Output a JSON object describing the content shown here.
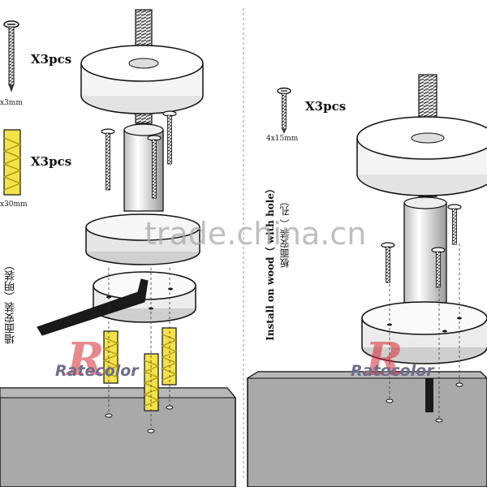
{
  "left_panel": {
    "screw_qty": "X3pcs",
    "screw_size": "x3mm",
    "anchor_qty": "X3pcs",
    "anchor_size": "x30mm",
    "vertical_caption": "墙面安装（明装）"
  },
  "right_panel": {
    "screw_qty": "X3pcs",
    "screw_size": "4x15mm",
    "vertical_caption_en": "Install on wood（ with hole）",
    "vertical_caption_cn": "板面安装（ 孔）"
  },
  "watermark": "trade.china.cn",
  "brand": {
    "mark": "R",
    "name": "Ratecolor"
  },
  "colors": {
    "floor": "#a9a9a9",
    "anchor": "#f3e24a",
    "outline": "#111111",
    "brand_red": "#d62832"
  }
}
